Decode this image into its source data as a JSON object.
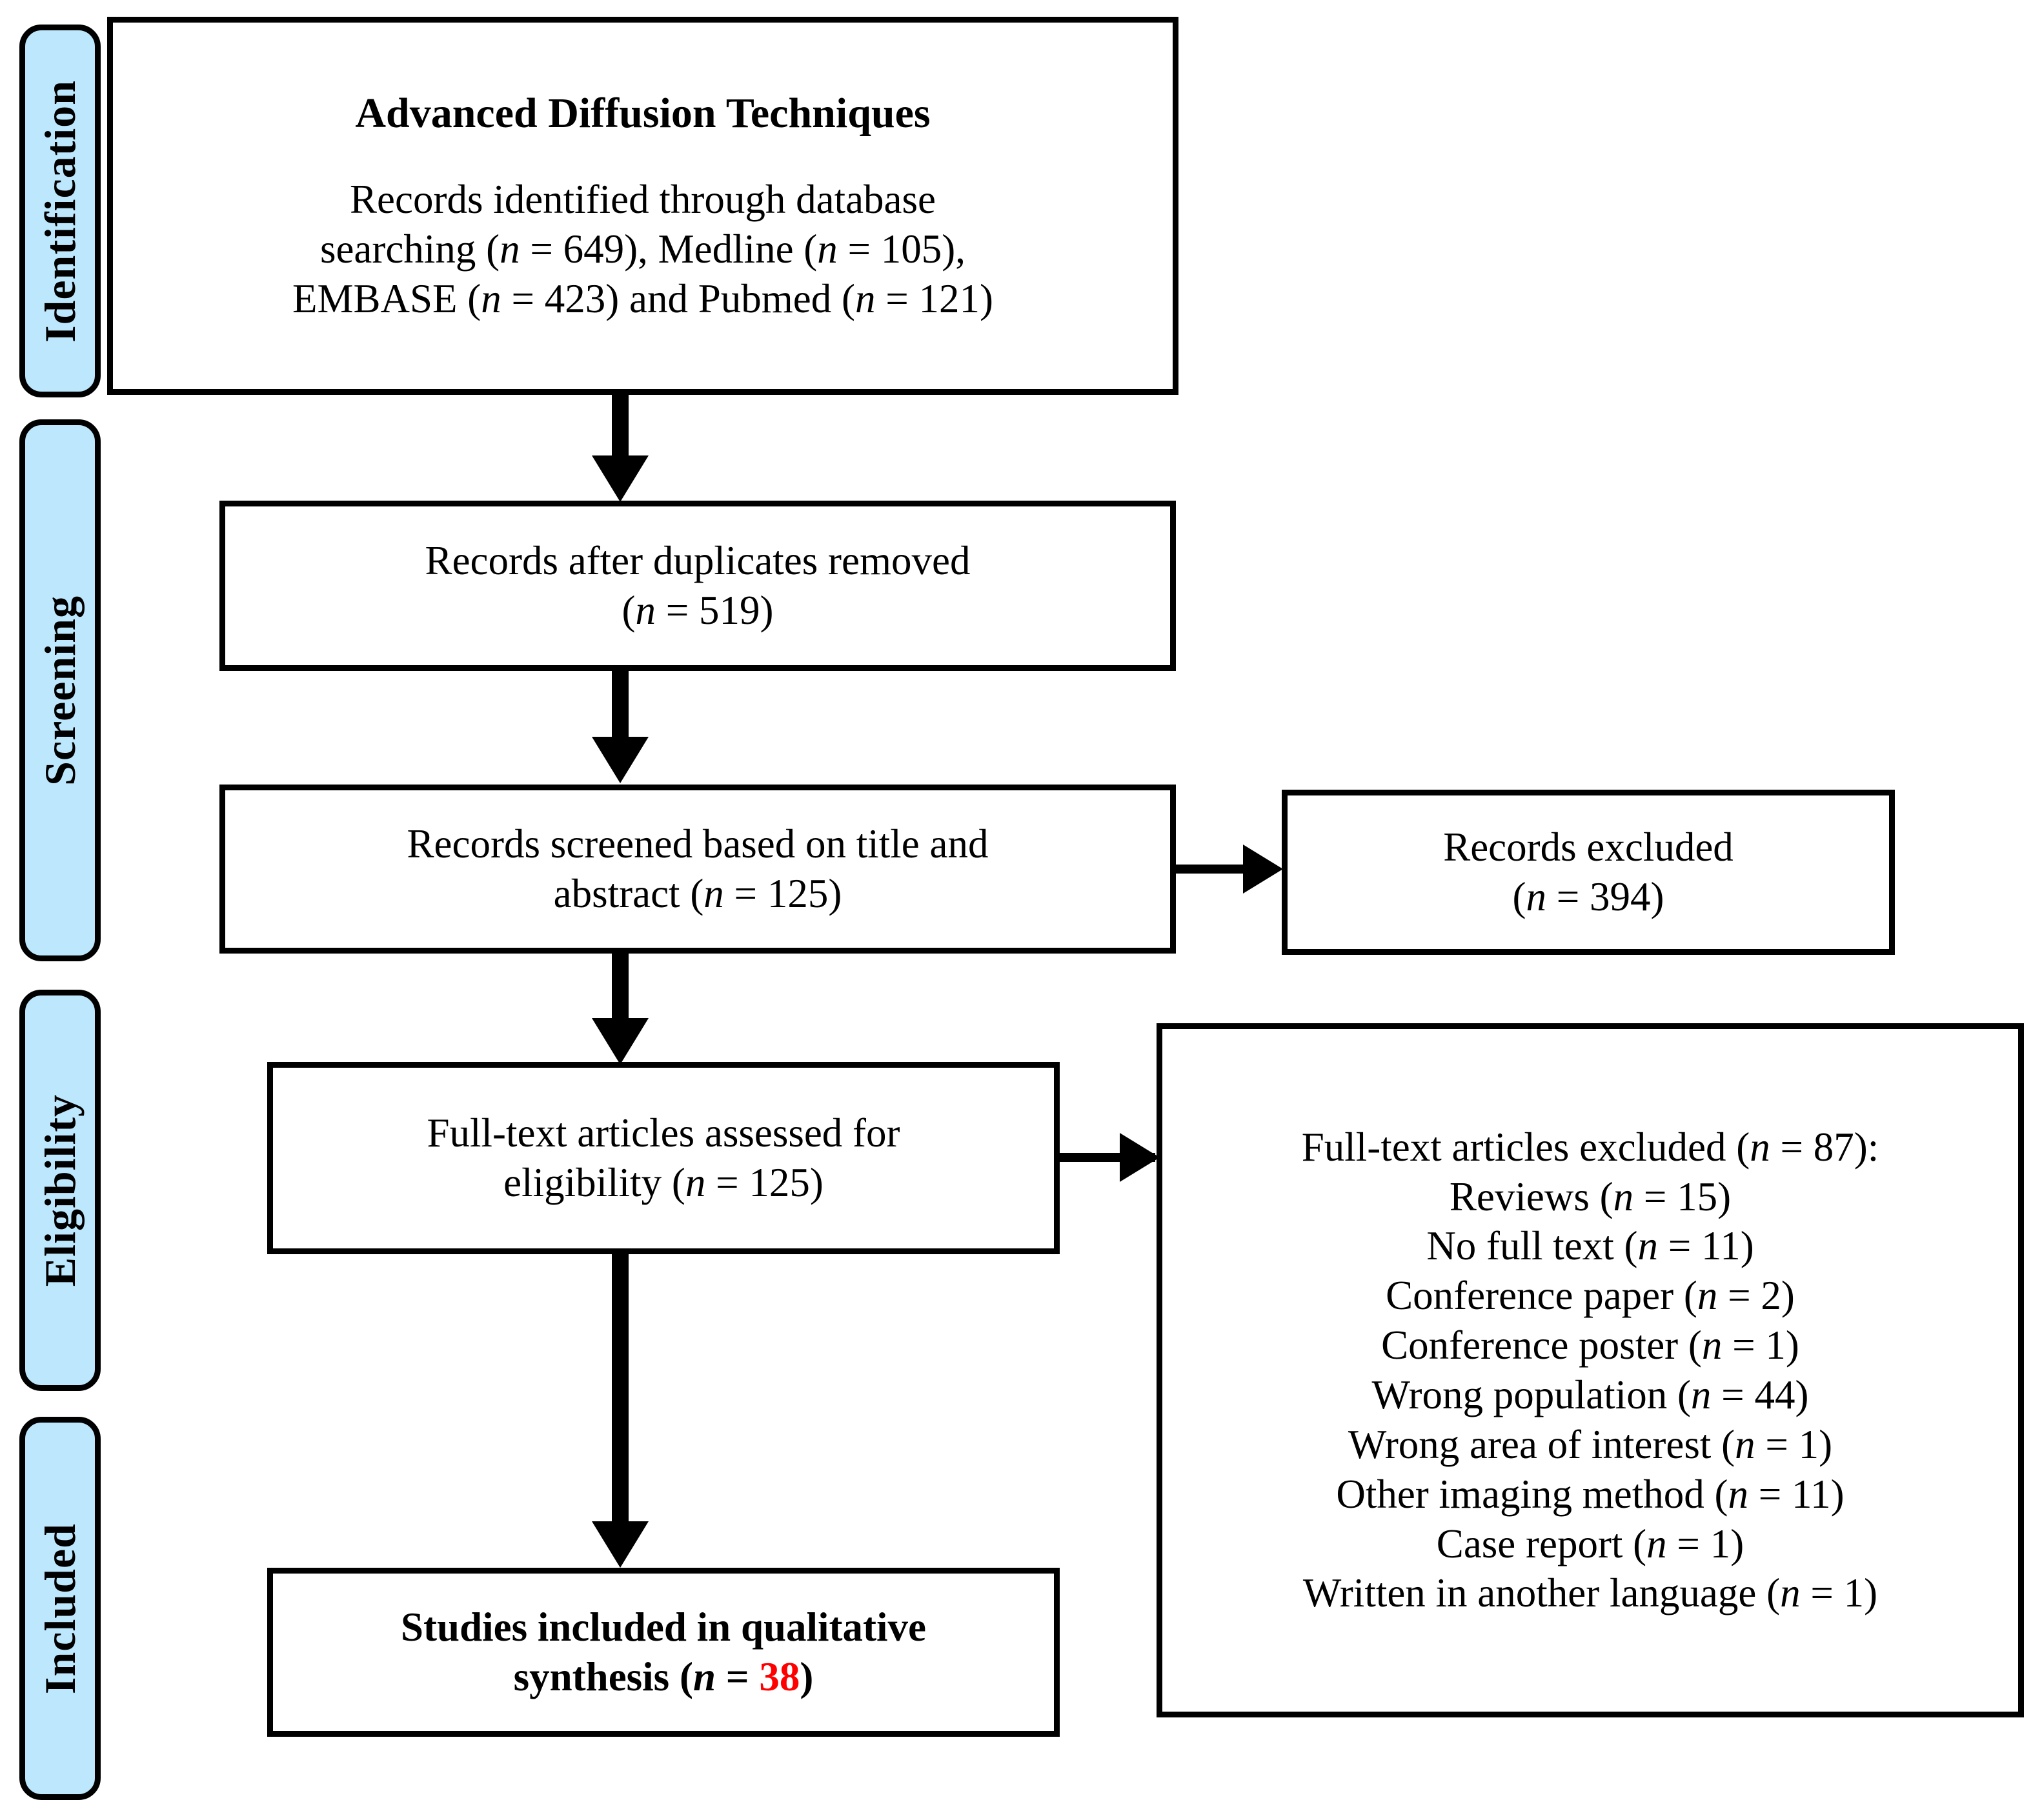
{
  "diagram": {
    "type": "prisma-flow-diagram",
    "accent_color": "#BCE7FC",
    "highlight_color": "#FF0000",
    "border_color": "#000000",
    "background_color": "#FFFFFF"
  },
  "phases": [
    {
      "label": "Identification"
    },
    {
      "label": "Screening"
    },
    {
      "label": "Eligibility"
    },
    {
      "label": "Included"
    }
  ],
  "boxes": {
    "identification": {
      "title": "Advanced Diffusion Techniques",
      "lines": [
        "Records identified through database",
        "searching (n = 649), Medline (n = 105),",
        "EMBASE (n = 423) and Pubmed (n = 121)"
      ],
      "line1_pre": "Records identified through database",
      "line2_a": "searching (",
      "line2_n1": "n",
      "line2_b": " = 649), Medline (",
      "line2_n2": "n",
      "line2_c": " = 105),",
      "line3_a": "EMBASE (",
      "line3_n1": "n",
      "line3_b": " = 423) and Pubmed (",
      "line3_n2": "n",
      "line3_c": " = 121)"
    },
    "duplicates_removed": {
      "line1": "Records after duplicates removed",
      "line2_open": "(",
      "line2_n": "n",
      "line2_close": " = 519)"
    },
    "screened": {
      "line1": "Records screened based on title and",
      "line2_a": "abstract (",
      "line2_n": "n",
      "line2_b": " = 125)"
    },
    "records_excluded": {
      "line1": "Records excluded",
      "line2_open": "(",
      "line2_n": "n",
      "line2_close": " = 394)"
    },
    "fulltext_assessed": {
      "line1": "Full-text articles assessed for",
      "line2_a": "eligibility (",
      "line2_n": "n",
      "line2_b": " = 125)"
    },
    "fulltext_excluded": {
      "header_a": "Full-text articles excluded (",
      "header_n": "n",
      "header_b": " = 87):",
      "reasons": [
        {
          "label": "Reviews (",
          "n": "n",
          "value": " = 15)"
        },
        {
          "label": "No full text (",
          "n": "n",
          "value": " = 11)"
        },
        {
          "label": "Conference paper (",
          "n": "n",
          "value": " = 2)"
        },
        {
          "label": "Conference poster (",
          "n": "n",
          "value": " = 1)"
        },
        {
          "label": "Wrong population (",
          "n": "n",
          "value": " = 44)"
        },
        {
          "label": "Wrong area of interest (",
          "n": "n",
          "value": " = 1)"
        },
        {
          "label": "Other imaging method (",
          "n": "n",
          "value": " = 11)"
        },
        {
          "label": "Case report (",
          "n": "n",
          "value": " = 1)"
        },
        {
          "label": "Written in another language (",
          "n": "n",
          "value": " = 1)"
        }
      ]
    },
    "included_synthesis": {
      "line1": "Studies included in qualitative",
      "line2_a": "synthesis (",
      "line2_n": "n",
      "line2_b": " = ",
      "line2_value": "38",
      "line2_c": ")"
    }
  },
  "counts": {
    "database_searching": 649,
    "medline": 105,
    "embase": 423,
    "pubmed": 121,
    "after_duplicates": 519,
    "screened": 125,
    "records_excluded": 394,
    "fulltext_assessed": 125,
    "fulltext_excluded_total": 87,
    "reviews": 15,
    "no_full_text": 11,
    "conference_paper": 2,
    "conference_poster": 1,
    "wrong_population": 44,
    "wrong_area_of_interest": 1,
    "other_imaging_method": 11,
    "case_report": 1,
    "written_in_another_language": 1,
    "included_qualitative_synthesis": 38
  }
}
